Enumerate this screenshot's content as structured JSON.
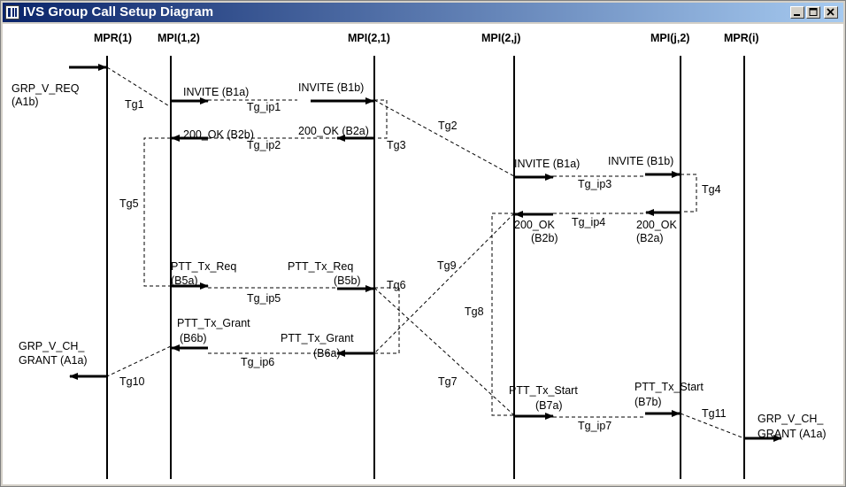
{
  "window": {
    "title": "IVS Group Call Setup Diagram",
    "controls": [
      "minimize",
      "maximize",
      "close"
    ]
  },
  "columns": [
    "MPR(1)",
    "MPI(1,2)",
    "MPI(2,1)",
    "MPI(2,j)",
    "MPI(j,2)",
    "MPR(i)"
  ],
  "messages": {
    "grp_v_req_1": "GRP_V_REQ",
    "grp_v_req_2": "(A1b)",
    "invite_b1a_left": "INVITE (B1a)",
    "invite_b1b_left": "INVITE (B1b)",
    "ok_b2b_left": "200_OK (B2b)",
    "ok_b2a_left": "200_OK (B2a)",
    "invite_b1a_right": "INVITE (B1a)",
    "invite_b1b_right": "INVITE (B1b)",
    "ok_right_a_1": "200_OK",
    "ok_right_a_2": "(B2b)",
    "ok_right_b_1": "200_OK",
    "ok_right_b_2": "(B2a)",
    "ptt_req_left_1": "PTT_Tx_Req",
    "ptt_req_left_2": "(B5a)",
    "ptt_req_right_1": "PTT_Tx_Req",
    "ptt_req_right_2": "(B5b)",
    "ptt_grant_left_1": "PTT_Tx_Grant",
    "ptt_grant_left_2": "(B6b)",
    "ptt_grant_right_1": "PTT_Tx_Grant",
    "ptt_grant_right_2": "(B6a)",
    "grp_ch_grant_left_1": "GRP_V_CH_",
    "grp_ch_grant_left_2": "GRANT (A1a)",
    "ptt_start_a_1": "PTT_Tx_Start",
    "ptt_start_a_2": "(B7a)",
    "ptt_start_b_1": "PTT_Tx_Start",
    "ptt_start_b_2": "(B7b)",
    "grp_ch_grant_right_1": "GRP_V_CH_",
    "grp_ch_grant_right_2": "GRANT  (A1a)"
  },
  "timers": {
    "tg1": "Tg1",
    "tg2": "Tg2",
    "tg3": "Tg3",
    "tg4": "Tg4",
    "tg5": "Tg5",
    "tg6": "Tg6",
    "tg7": "Tg7",
    "tg8": "Tg8",
    "tg9": "Tg9",
    "tg10": "Tg10",
    "tg11": "Tg11",
    "tg_ip1": "Tg_ip1",
    "tg_ip2": "Tg_ip2",
    "tg_ip3": "Tg_ip3",
    "tg_ip4": "Tg_ip4",
    "tg_ip5": "Tg_ip5",
    "tg_ip6": "Tg_ip6",
    "tg_ip7": "Tg_ip7"
  }
}
